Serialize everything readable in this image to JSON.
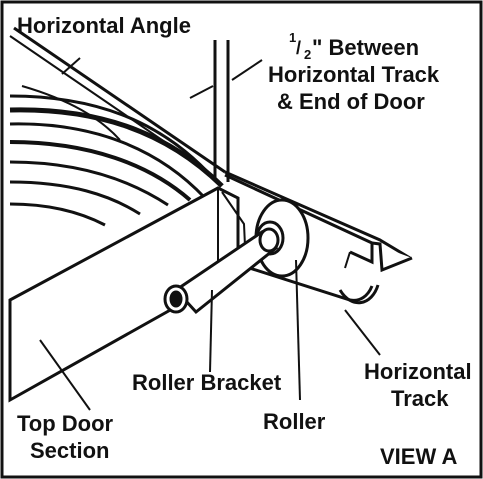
{
  "colors": {
    "ink": "#111111",
    "paper": "#ffffff"
  },
  "labels": {
    "horizontal_angle": "Horizontal Angle",
    "half_inch_fraction_num": "1",
    "half_inch_fraction_den": "2",
    "half_inch_rest": "\" Between",
    "horizontal_track_line": "Horizontal Track",
    "end_of_door_line": "& End of Door",
    "roller_bracket": "Roller Bracket",
    "roller": "Roller",
    "horizontal_track_a": "Horizontal",
    "horizontal_track_b": "Track",
    "top_door_section_a": "Top Door",
    "top_door_section_b": "Section",
    "view_label": "VIEW A"
  }
}
